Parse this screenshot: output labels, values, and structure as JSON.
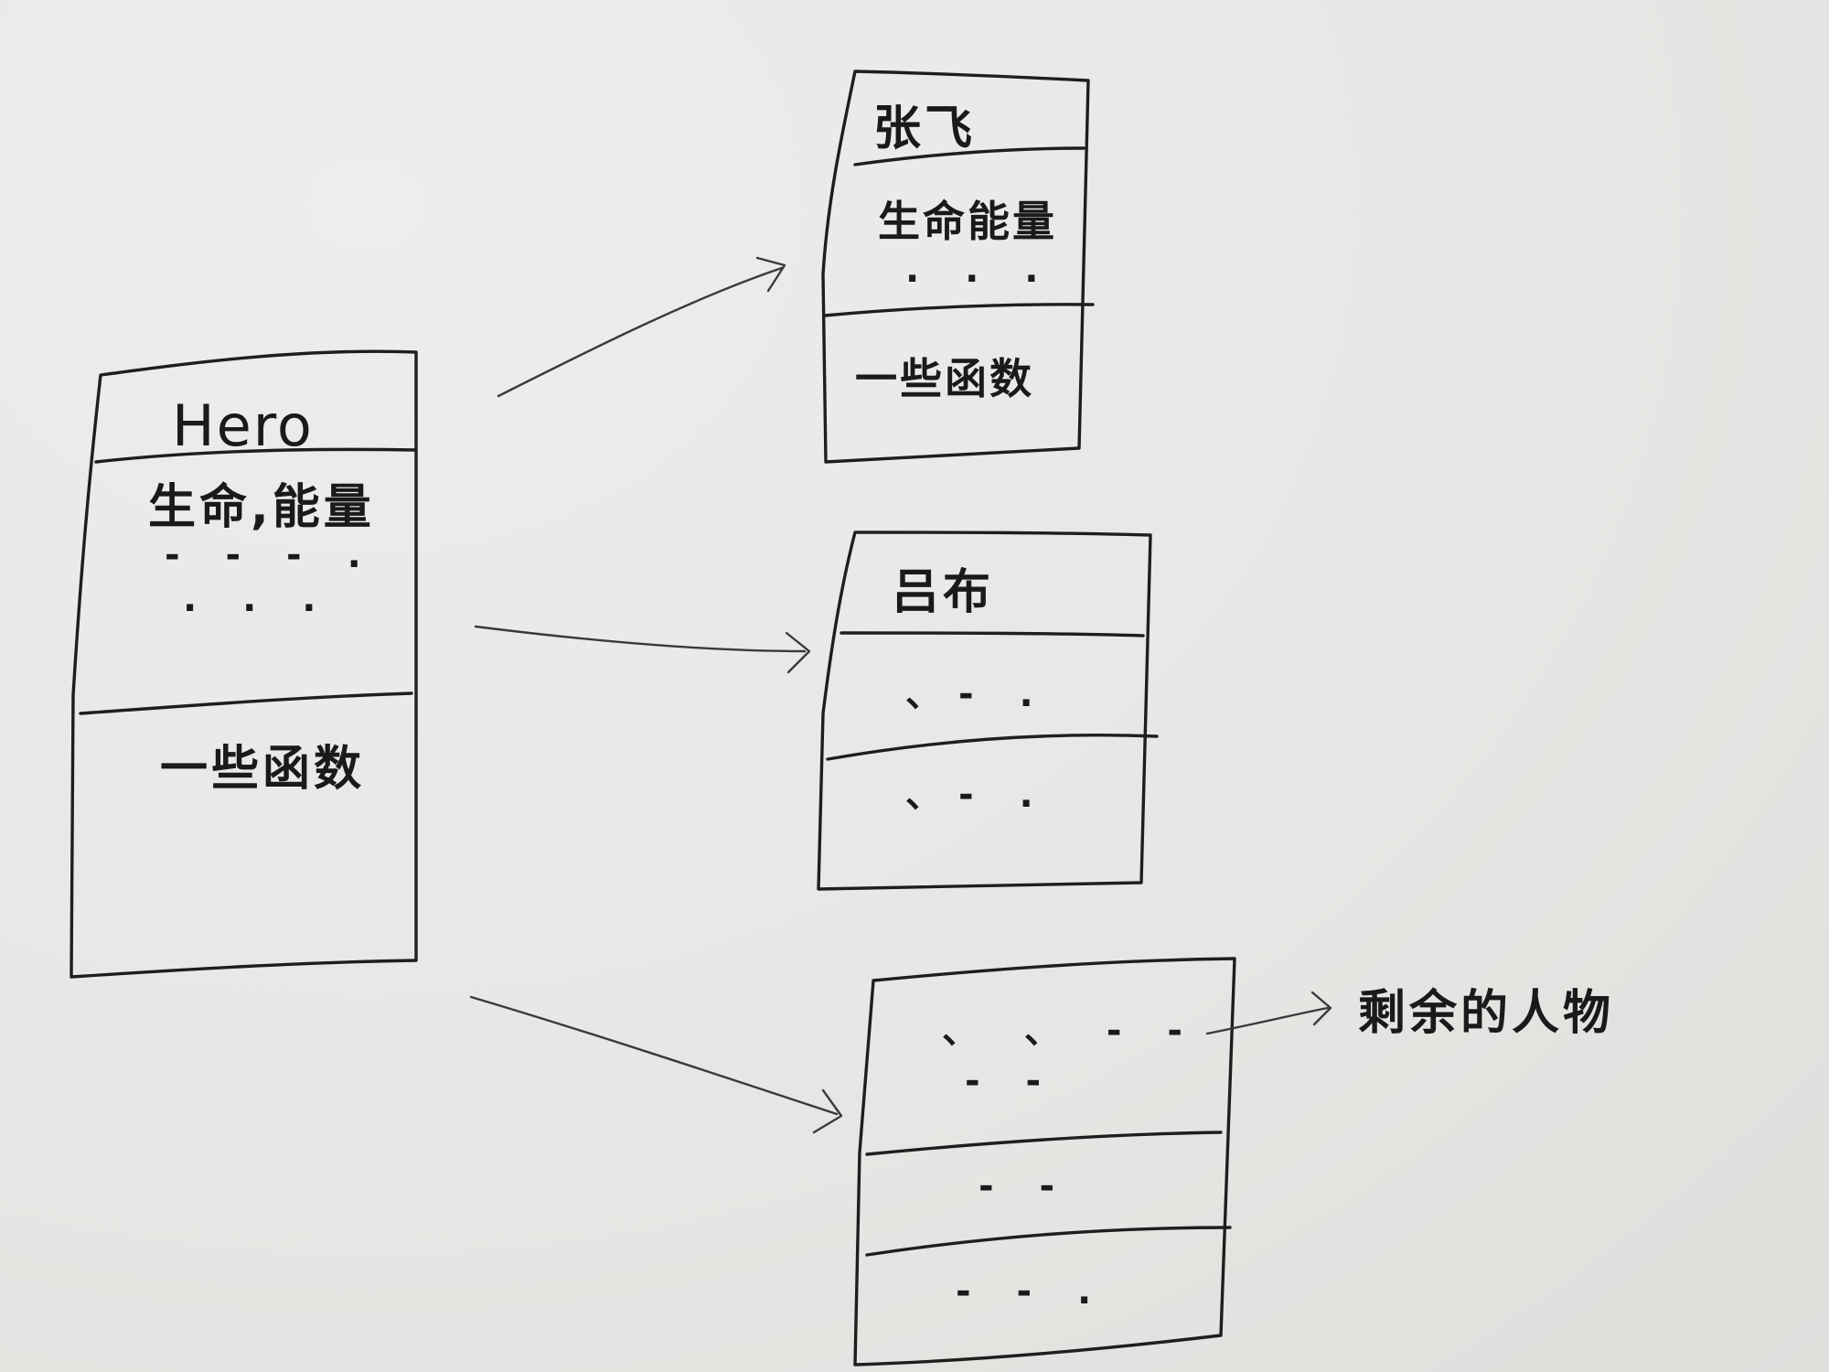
{
  "diagram": {
    "base_class": {
      "title": "Hero",
      "attributes": "生命,能量",
      "attr_dots_1": "- - - .",
      "attr_dots_2": ". . .",
      "methods": "一些函数"
    },
    "subclasses": [
      {
        "title": "张飞",
        "attributes": "生命能量",
        "attr_dots": ". . .",
        "methods": "一些函数"
      },
      {
        "title": "吕布",
        "section_2": "、- .",
        "section_3": "、- ."
      },
      {
        "section_1_line_1": "、 、 - -",
        "section_1_line_2": "- -",
        "section_2": "- -",
        "section_3": "- - ."
      }
    ],
    "remaining_label": "剩余的人物"
  }
}
